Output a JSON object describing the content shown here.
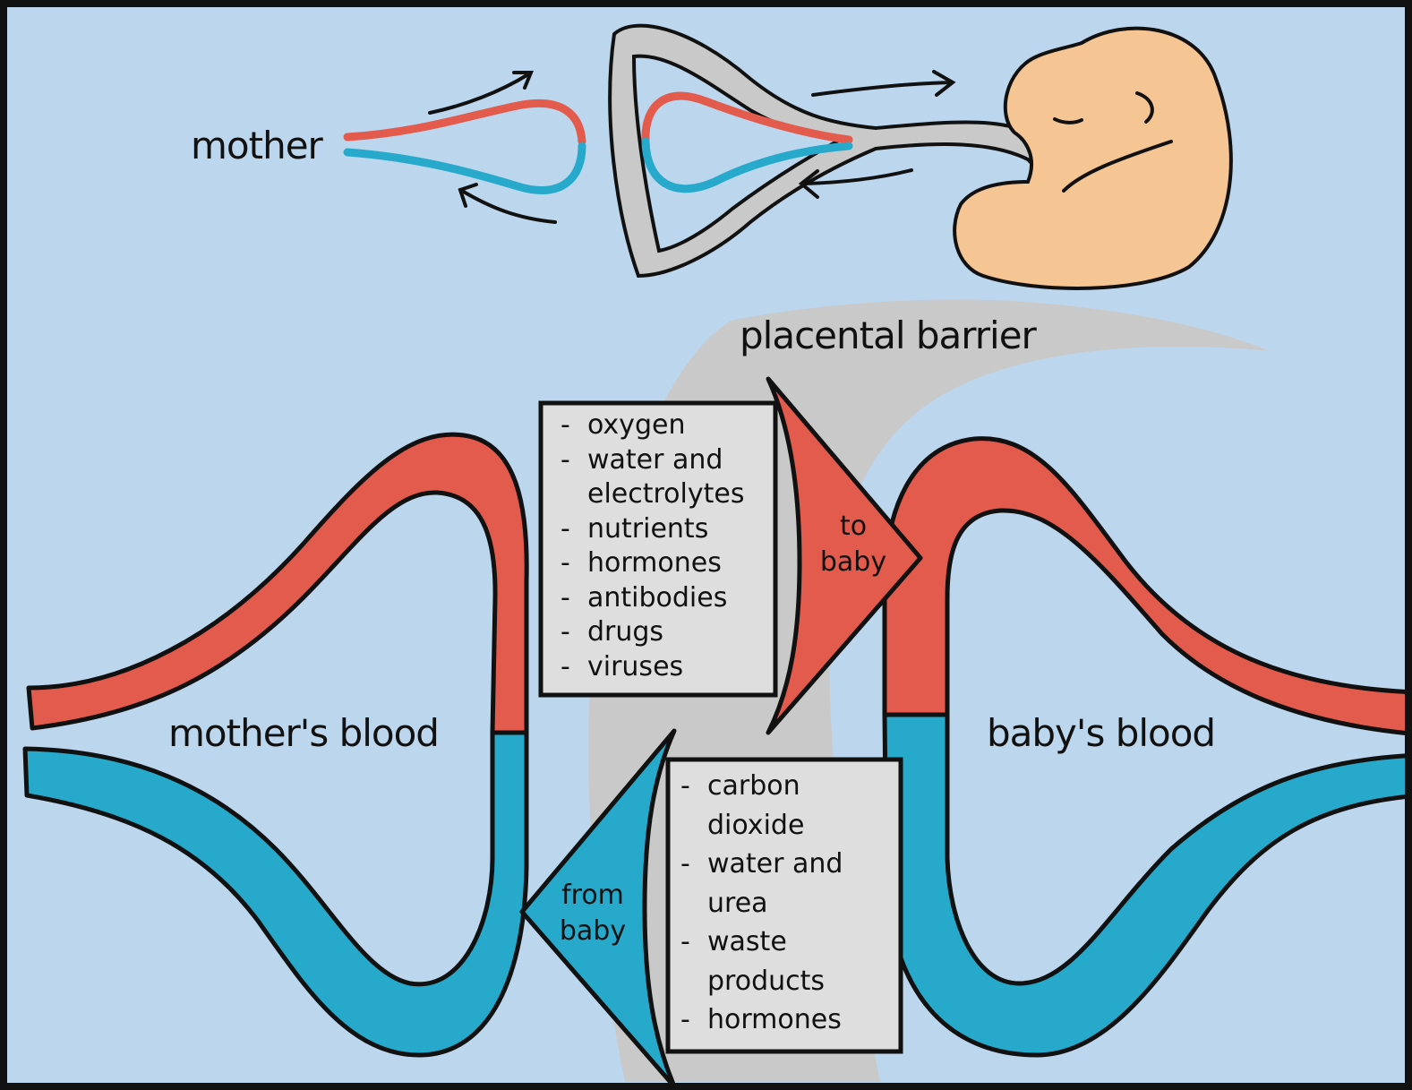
{
  "labels": {
    "mother": "mother",
    "placental_barrier": "placental barrier",
    "mothers_blood": "mother's blood",
    "babys_blood": "baby's blood",
    "to_baby": "to baby",
    "from_baby": "from baby"
  },
  "to_baby_items": [
    "oxygen",
    "water and\nelectrolytes",
    "nutrients",
    "hormones",
    "antibodies",
    "drugs",
    "viruses"
  ],
  "from_baby_items": [
    "carbon\ndioxide",
    "water and\nurea",
    "waste\nproducts",
    "hormones"
  ],
  "colors": {
    "background": "#bcd6ee",
    "oxygenated_blood": "#e35b4c",
    "deoxygenated_blood": "#27a9cc",
    "barrier": "#c9c9c9",
    "text_box": "#dedede",
    "baby": "#f5c594",
    "outline": "#111111"
  }
}
